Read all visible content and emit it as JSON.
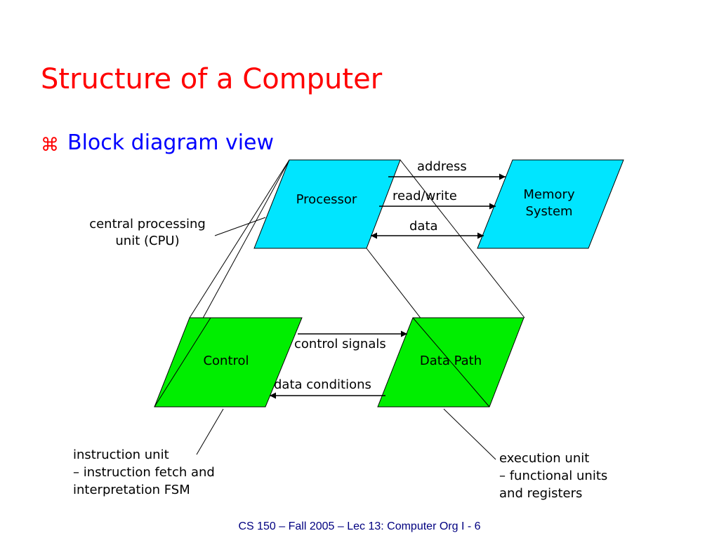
{
  "slide": {
    "title": "Structure of a Computer",
    "bullet_icon": "⌘",
    "bullet": "Block diagram view",
    "footer": "CS 150 – Fall  2005 – Lec 13: Computer Org I - 6"
  },
  "colors": {
    "title": "#ff0000",
    "bullet_text": "#0000ff",
    "top_blocks": "#00e5ff",
    "bottom_blocks": "#00ee00",
    "footer": "#000080"
  },
  "diagram": {
    "blocks": {
      "processor": "Processor",
      "memory": [
        "Memory",
        "System"
      ],
      "control": "Control",
      "datapath": "Data Path"
    },
    "arrows": {
      "address": "address",
      "read_write": "read/write",
      "data": "data",
      "control_signals": "control signals",
      "data_conditions": "data conditions"
    },
    "annotations": {
      "cpu": [
        "central processing",
        "unit (CPU)"
      ],
      "instruction_unit": [
        "instruction unit",
        "– instruction fetch and",
        "interpretation FSM"
      ],
      "execution_unit": [
        "execution unit",
        "– functional units",
        "and registers"
      ]
    }
  }
}
